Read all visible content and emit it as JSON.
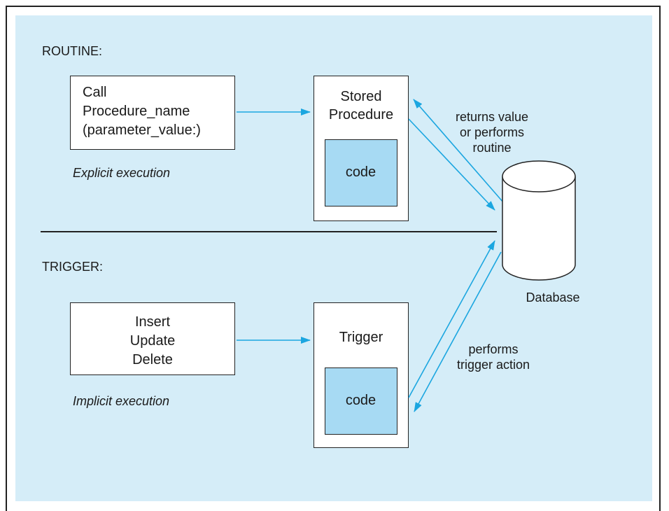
{
  "routine": {
    "section_label": "ROUTINE:",
    "call_box": {
      "line1": "Call",
      "line2": "Procedure_name",
      "line3": "(parameter_value:)"
    },
    "execution_note": "Explicit execution",
    "proc_box": {
      "line1": "Stored",
      "line2": "Procedure",
      "code_label": "code"
    },
    "edge_label": {
      "line1": "returns value",
      "line2": "or performs",
      "line3": "routine"
    }
  },
  "trigger": {
    "section_label": "TRIGGER:",
    "event_box": {
      "line1": "Insert",
      "line2": "Update",
      "line3": "Delete"
    },
    "execution_note": "Implicit execution",
    "trigger_box": {
      "title": "Trigger",
      "code_label": "code"
    },
    "edge_label": {
      "line1": "performs",
      "line2": "trigger action"
    }
  },
  "database": {
    "label": "Database"
  },
  "colors": {
    "panel": "#d5edf8",
    "code_fill": "#a7daf3",
    "arrow": "#1ba6e0"
  }
}
